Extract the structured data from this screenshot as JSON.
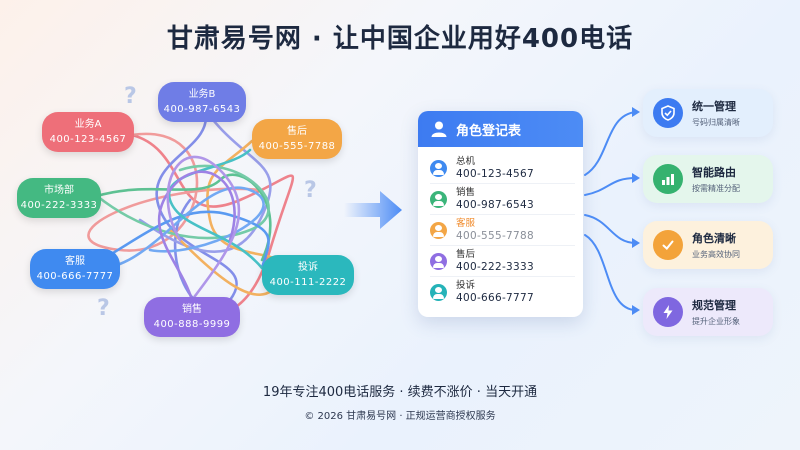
{
  "title": "甘肃易号网 · 让中国企业用好400电话",
  "bubbles": [
    {
      "name": "业务A",
      "phone": "400-123-4567",
      "color": "#ee6f79"
    },
    {
      "name": "业务B",
      "phone": "400-987-6543",
      "color": "#6f7de6"
    },
    {
      "name": "售后",
      "phone": "400-555-7788",
      "color": "#f3a646"
    },
    {
      "name": "市场部",
      "phone": "400-222-3333",
      "color": "#44b982"
    },
    {
      "name": "客服",
      "phone": "400-666-7777",
      "color": "#3f8af0"
    },
    {
      "name": "投诉",
      "phone": "400-111-2222",
      "color": "#2bb8bd"
    },
    {
      "name": "销售",
      "phone": "400-888-9999",
      "color": "#8f6ee2"
    }
  ],
  "question_mark": "?",
  "card": {
    "title": "角色登记表",
    "rows": [
      {
        "name": "总机",
        "phone": "400-123-4567",
        "color": "#3f8af0",
        "name_color": "#333333",
        "phone_color": "#1d2940"
      },
      {
        "name": "销售",
        "phone": "400-987-6543",
        "color": "#3bb57a",
        "name_color": "#333333",
        "phone_color": "#1d2940"
      },
      {
        "name": "客服",
        "phone": "400-555-7788",
        "color": "#f3a646",
        "name_color": "#f08a2a",
        "phone_color": "#8a8f99"
      },
      {
        "name": "售后",
        "phone": "400-222-3333",
        "color": "#8f6ee2",
        "name_color": "#333333",
        "phone_color": "#1d2940"
      },
      {
        "name": "投诉",
        "phone": "400-666-7777",
        "color": "#25b3b8",
        "name_color": "#333333",
        "phone_color": "#1d2940"
      }
    ]
  },
  "features": [
    {
      "title": "统一管理",
      "sub": "号码归属清晰",
      "icon": "shield-check-icon",
      "bg": "#e3effd",
      "icon_bg": "#3d7bf1"
    },
    {
      "title": "智能路由",
      "sub": "按需精准分配",
      "icon": "bar-chart-icon",
      "bg": "#e4f6ec",
      "icon_bg": "#35b26f"
    },
    {
      "title": "角色清晰",
      "sub": "业务高效协同",
      "icon": "check-circle-icon",
      "bg": "#fdf1dd",
      "icon_bg": "#f3a33a"
    },
    {
      "title": "规范管理",
      "sub": "提升企业形象",
      "icon": "lightning-icon",
      "bg": "#ede9fb",
      "icon_bg": "#7f67e0"
    }
  ],
  "slogan": "19年专注400电话服务 · 续费不涨价 · 当天开通",
  "footer": "© 2026 甘肃易号网 · 正规运营商授权服务"
}
